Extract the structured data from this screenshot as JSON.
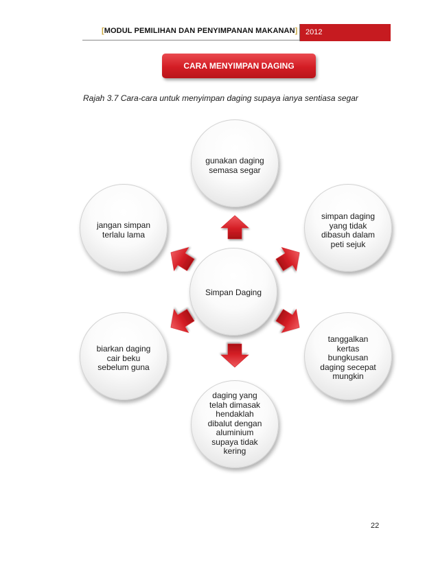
{
  "header": {
    "bracket_open": "[",
    "title": "MODUL PEMILIHAN DAN PENYIMPANAN MAKANAN",
    "bracket_close": "]",
    "year": "2012"
  },
  "title_box": "CARA MENYIMPAN DAGING",
  "caption": "Rajah 3.7 Cara-cara untuk menyimpan daging supaya ianya sentiasa segar",
  "diagram": {
    "center": "Simpan Daging",
    "nodes": [
      {
        "id": "top",
        "text": "gunakan daging\nsemasa segar"
      },
      {
        "id": "upper-right",
        "text": "simpan daging\nyang tidak\ndibasuh dalam\npeti sejuk"
      },
      {
        "id": "lower-right",
        "text": "tanggalkan\nkertas\nbungkusan\ndaging secepat\nmungkin"
      },
      {
        "id": "bottom",
        "text": "daging yang\ntelah dimasak\nhendaklah\ndibalut dengan\naluminium\nsupaya tidak\nkering"
      },
      {
        "id": "lower-left",
        "text": "biarkan daging\ncair beku\nsebelum guna"
      },
      {
        "id": "upper-left",
        "text": "jangan simpan\nterlalu lama"
      }
    ],
    "arrow_color": "#d51f26"
  },
  "page_number": "22"
}
